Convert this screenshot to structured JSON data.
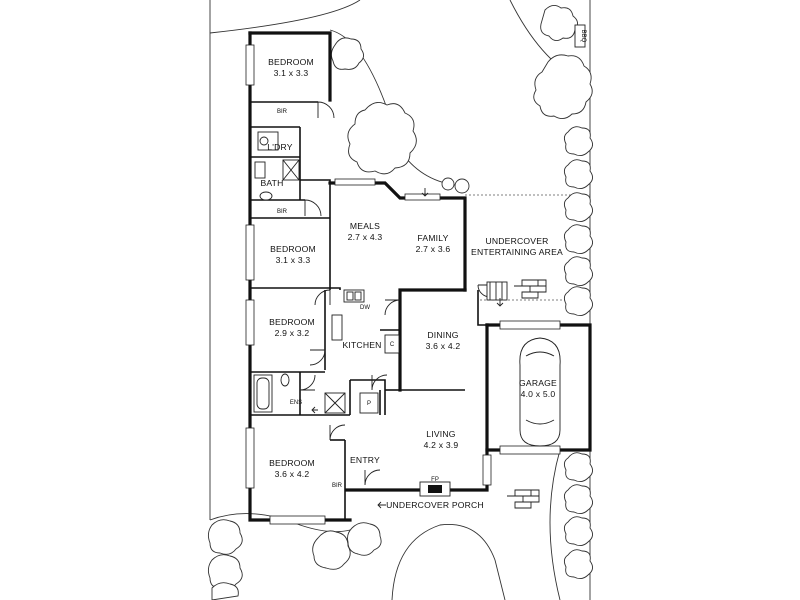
{
  "rooms": {
    "bedroom_1": {
      "name": "BEDROOM",
      "size": "3.1 x 3.3"
    },
    "bedroom_2": {
      "name": "BEDROOM",
      "size": "3.1 x 3.3"
    },
    "bedroom_3": {
      "name": "BEDROOM",
      "size": "2.9 x 3.2"
    },
    "bedroom_4": {
      "name": "BEDROOM",
      "size": "3.6 x 4.2"
    },
    "meals": {
      "name": "MEALS",
      "size": "2.7 x 4.3"
    },
    "family": {
      "name": "FAMILY",
      "size": "2.7 x 3.6"
    },
    "dining": {
      "name": "DINING",
      "size": "3.6 x 4.2"
    },
    "living": {
      "name": "LIVING",
      "size": "4.2 x 3.9"
    },
    "garage": {
      "name": "GARAGE",
      "size": "4.0 x 5.0"
    },
    "kitchen": {
      "name": "KITCHEN"
    },
    "entry": {
      "name": "ENTRY"
    },
    "laundry": {
      "name": "L'DRY"
    },
    "bath": {
      "name": "BATH"
    },
    "ensuite": {
      "name": "ENS"
    }
  },
  "outdoor": {
    "entertaining_line1": "UNDERCOVER",
    "entertaining_line2": "ENTERTAINING AREA",
    "porch": "UNDERCOVER PORCH",
    "bbq": "BBQ"
  },
  "fixtures": {
    "bir_1": "BIR",
    "bir_2": "BIR",
    "bir_3": "BIR",
    "dishwasher": "DW",
    "pantry": "P",
    "cupboard": "C",
    "fireplace": "FP"
  }
}
